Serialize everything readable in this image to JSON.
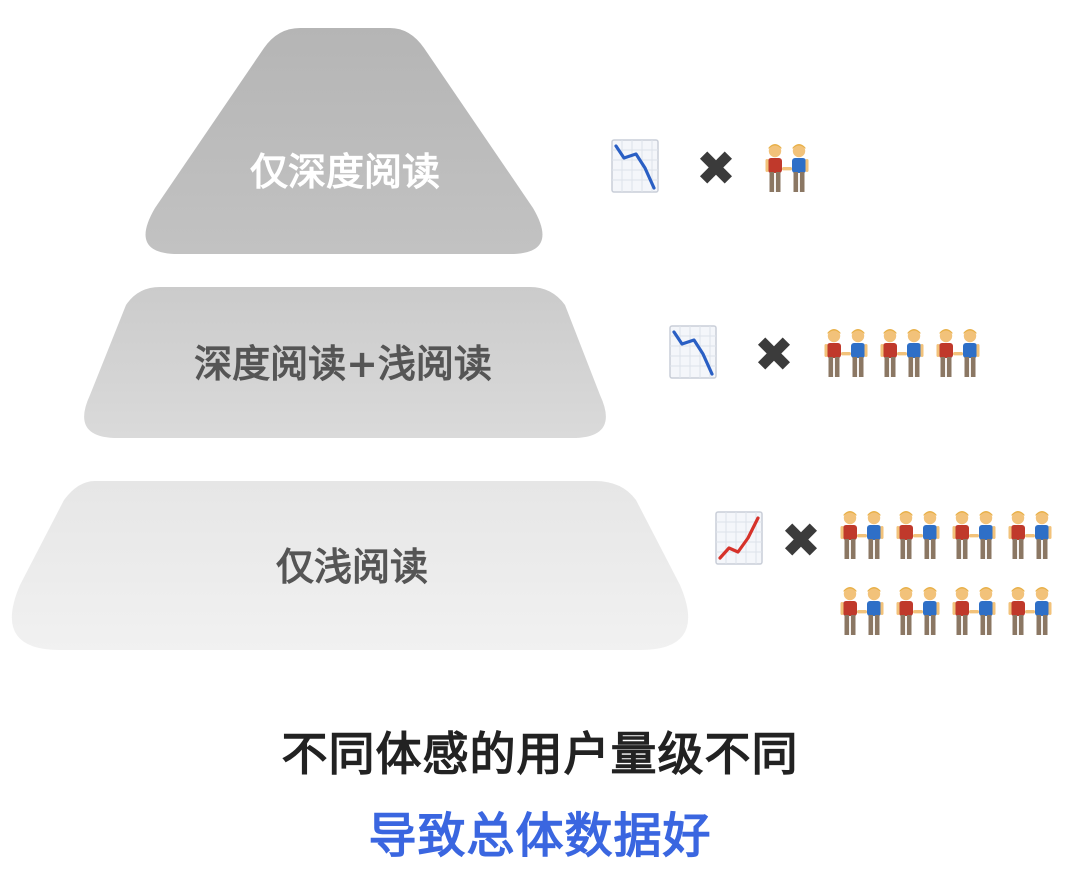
{
  "tiers": [
    {
      "label": "仅深度阅读",
      "trend": "trend-down",
      "times": "✖",
      "user_pairs": 1
    },
    {
      "label": "深度阅读+浅阅读",
      "trend": "trend-down",
      "times": "✖",
      "user_pairs": 3
    },
    {
      "label": "仅浅阅读",
      "trend": "trend-up",
      "times": "✖",
      "user_pairs": 8
    }
  ],
  "caption": {
    "line1": "不同体感的用户量级不同",
    "line2": "导致总体数据好"
  },
  "icons": {
    "trend_down": "chart-decreasing-icon",
    "trend_up": "chart-increasing-icon",
    "times": "multiply-icon",
    "users": "two-men-holding-hands-icon"
  },
  "colors": {
    "tier_1": "#b9b9b9",
    "tier_2": "#d2d2d2",
    "tier_3": "#ececec",
    "label_light": "#ffffff",
    "label_dark": "#555555",
    "caption_dark": "#222222",
    "caption_accent": "#3a66e0",
    "trend_down_line": "#2a5fc4",
    "trend_up_line": "#d6322a"
  }
}
